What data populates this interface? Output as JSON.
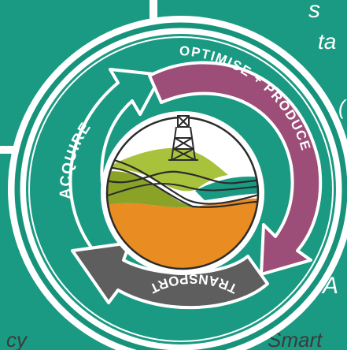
{
  "diagram": {
    "cycle_labels": {
      "acquire": "ACQUIRE",
      "optimise_produce": "OPTIMISE + PRODUCE",
      "transport": "TRANSPORT"
    },
    "edge_text": {
      "top_right_line1": "s",
      "top_right_line2": "ta",
      "right_middle": "(",
      "right_lower": "A",
      "bottom_left": "cy",
      "bottom_right": "Smart"
    },
    "colors": {
      "teal": "#1a9a82",
      "teal_ring": "#17937c",
      "magenta": "#9c4e79",
      "dark_gray": "#5e5e5e",
      "lime": "#a9c23c",
      "olive": "#8aa226",
      "orange": "#e98c22",
      "dark_line": "#2b2b2b",
      "white": "#ffffff"
    }
  }
}
